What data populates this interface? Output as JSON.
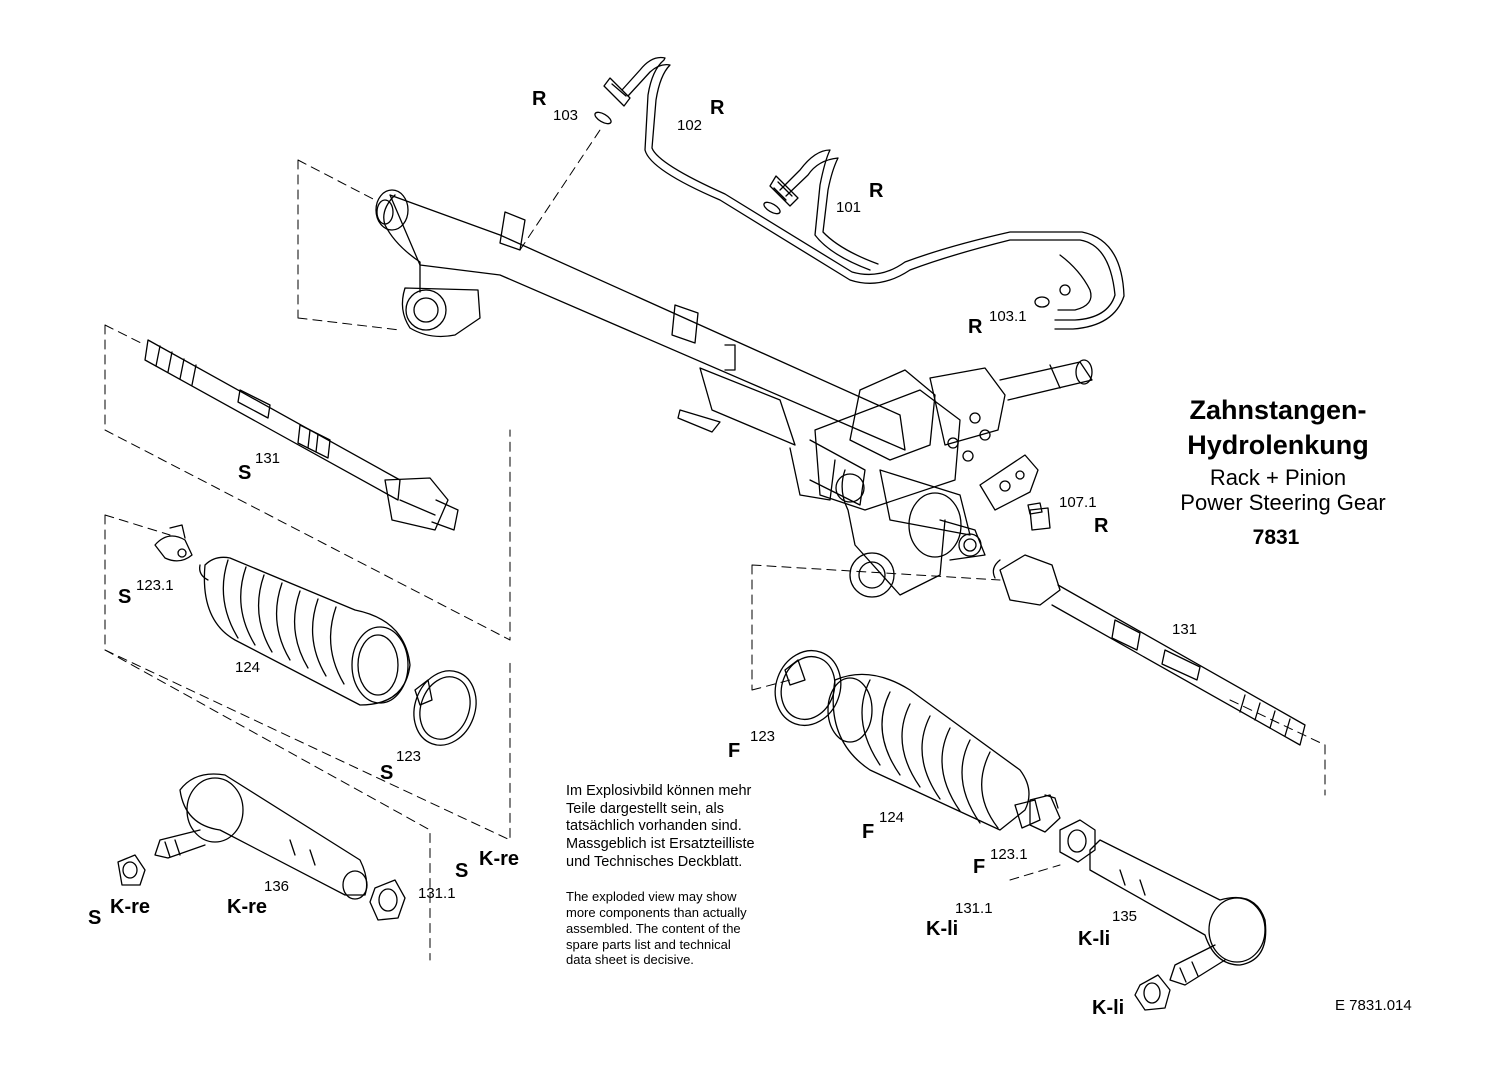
{
  "title": {
    "line1": "Zahnstangen-",
    "line2": "Hydrolenkung",
    "line3": "Rack + Pinion",
    "line4": "Power Steering Gear",
    "code": "7831"
  },
  "note": {
    "german": [
      "Im Explosivbild können mehr",
      "Teile dargestellt sein, als",
      "tatsächlich vorhanden sind.",
      "Massgeblich ist Ersatzteilliste",
      "und Technisches Deckblatt."
    ],
    "english": [
      "The exploded view may show",
      "more  components than actually",
      "assembled. The content of the",
      "spare parts list and technical",
      "data sheet is decisive."
    ]
  },
  "drawing_ref": "E  7831.014",
  "callouts": {
    "r103": {
      "letter": "R",
      "number": "103"
    },
    "r102": {
      "letter": "R",
      "number": "102"
    },
    "r101": {
      "letter": "R",
      "number": "101"
    },
    "r1031": {
      "letter": "R",
      "number": "103.1"
    },
    "r1071": {
      "letter": "R",
      "number": "107.1"
    },
    "s131": {
      "letter": "S",
      "number": "131"
    },
    "s1231": {
      "letter": "S",
      "number": "123.1"
    },
    "s124": {
      "number": "124"
    },
    "s123": {
      "letter": "S",
      "number": "123"
    },
    "kre136": {
      "letter": "K-re",
      "number": "136"
    },
    "kre_nut": {
      "prefix": "S",
      "letter": "K-re"
    },
    "kre1311": {
      "prefix": "S",
      "letter": "K-re",
      "number": "131.1"
    },
    "n131": {
      "number": "131"
    },
    "f123": {
      "letter": "F",
      "number": "123"
    },
    "f124": {
      "letter": "F",
      "number": "124"
    },
    "f1231": {
      "letter": "F",
      "number": "123.1"
    },
    "kli1311": {
      "letter": "K-li",
      "number": "131.1"
    },
    "kli135": {
      "letter": "K-li",
      "number": "135"
    },
    "kli_nut": {
      "letter": "K-li"
    }
  }
}
